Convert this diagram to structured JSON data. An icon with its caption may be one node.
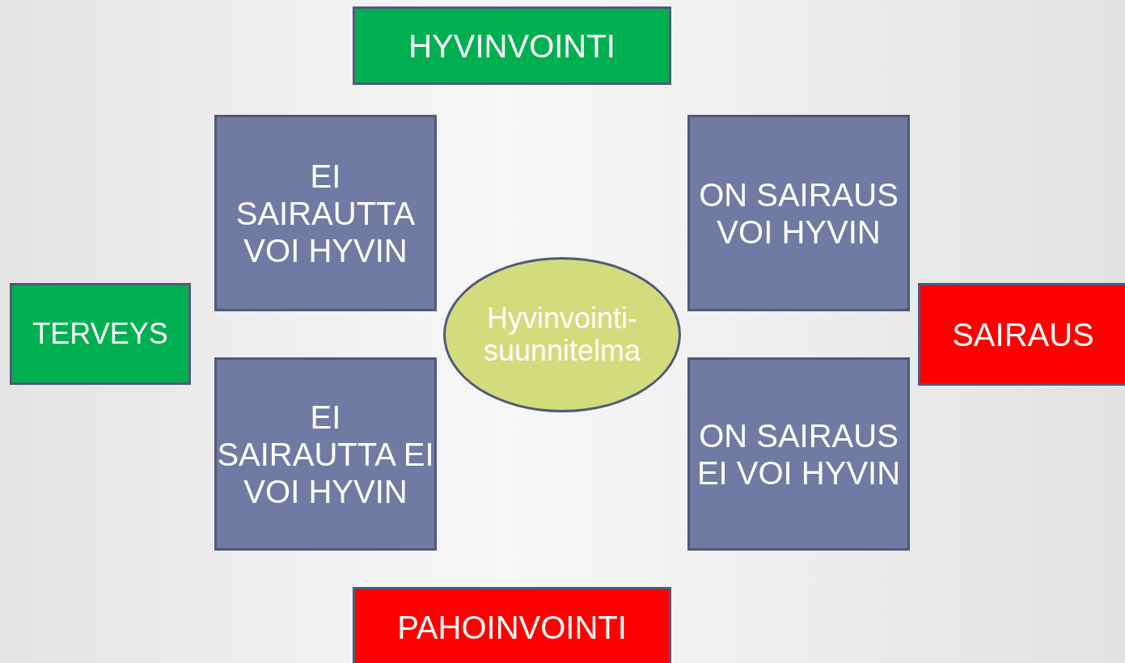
{
  "diagram": {
    "nodes": [
      {
        "text": [
          "HYVINVOINTI"
        ]
      },
      {
        "text": [
          "EI SAIRAUTTA VOI HYVIN"
        ]
      },
      {
        "text": [
          "ON SAIRAUS VOI HYVIN"
        ]
      },
      {
        "text": [
          "TERVEYS"
        ]
      },
      {
        "text": [
          "Hyvinvointi-suunnitelma"
        ]
      },
      {
        "text": [
          "SAIRAUS"
        ]
      },
      {
        "text": [
          "EI SAIRAUTTA EI VOI HYVIN"
        ]
      },
      {
        "text": [
          "ON SAIRAUS EI VOI HYVIN"
        ]
      },
      {
        "text": [
          "PAHOINVOINTI"
        ]
      }
    ],
    "edges": []
  }
}
